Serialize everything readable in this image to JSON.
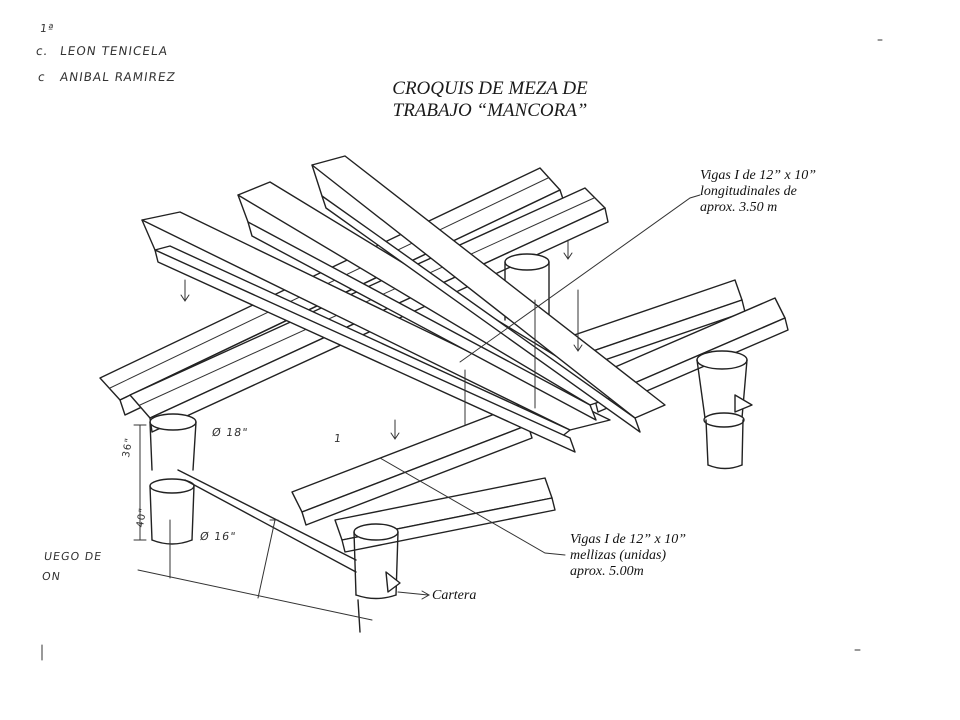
{
  "header": {
    "hand_line_0": "1ª",
    "hand_line_1": "LEON TENICELA",
    "hand_line_1_prefix": "c.",
    "hand_line_2": "ANIBAL RAMIREZ",
    "hand_line_2_prefix": "c"
  },
  "title": {
    "line1": "CROQUIS DE MEZA DE",
    "line2": "TRABAJO “MANCORA”"
  },
  "annotations": {
    "longitudinal": {
      "line1": "Vigas I de 12” x 10”",
      "line2": "longitudinales de",
      "line3": "aprox. 3.50 m"
    },
    "twin": {
      "line1": "Vigas I de 12” x 10”",
      "line2": "mellizas (unidas)",
      "line3": "aprox. 5.00m"
    },
    "cartera": "Cartera"
  },
  "dimensions": {
    "diam_top": "Ø 18\"",
    "diam_bottom": "Ø 16\"",
    "height_upper": "36\"",
    "height_lower": "40\"",
    "left_note_1": "UEGO DE",
    "left_note_2": "ON",
    "mark": "1"
  }
}
